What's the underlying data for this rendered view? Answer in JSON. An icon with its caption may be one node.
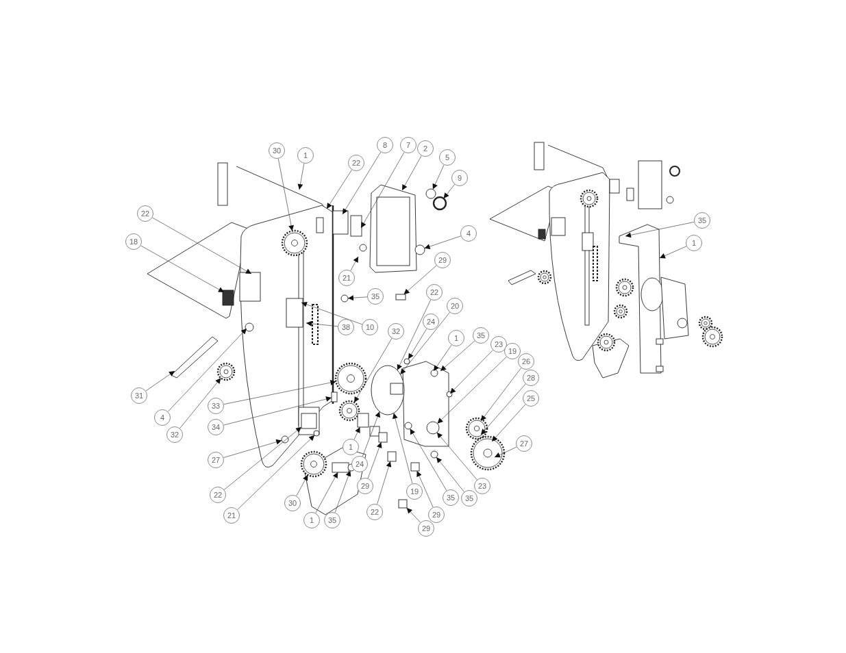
{
  "diagram": {
    "nodes": [
      {
        "text": [
          "30"
        ]
      },
      {
        "text": [
          "1"
        ]
      },
      {
        "text": [
          "22"
        ]
      },
      {
        "text": [
          "8"
        ]
      },
      {
        "text": [
          "7"
        ]
      },
      {
        "text": [
          "2"
        ]
      },
      {
        "text": [
          "5"
        ]
      },
      {
        "text": [
          "9"
        ]
      },
      {
        "text": [
          "22"
        ]
      },
      {
        "text": [
          "4"
        ]
      },
      {
        "text": [
          "18"
        ]
      },
      {
        "text": [
          "29"
        ]
      },
      {
        "text": [
          "21"
        ]
      },
      {
        "text": [
          "35"
        ]
      },
      {
        "text": [
          "10"
        ]
      },
      {
        "text": [
          "38"
        ]
      },
      {
        "text": [
          "32"
        ]
      },
      {
        "text": [
          "22"
        ]
      },
      {
        "text": [
          "20"
        ]
      },
      {
        "text": [
          "24"
        ]
      },
      {
        "text": [
          "1"
        ]
      },
      {
        "text": [
          "35"
        ]
      },
      {
        "text": [
          "23"
        ]
      },
      {
        "text": [
          "19"
        ]
      },
      {
        "text": [
          "26"
        ]
      },
      {
        "text": [
          "28"
        ]
      },
      {
        "text": [
          "25"
        ]
      },
      {
        "text": [
          "31"
        ]
      },
      {
        "text": [
          "4"
        ]
      },
      {
        "text": [
          "33"
        ]
      },
      {
        "text": [
          "34"
        ]
      },
      {
        "text": [
          "32"
        ]
      },
      {
        "text": [
          "1"
        ]
      },
      {
        "text": [
          "27"
        ]
      },
      {
        "text": [
          "27"
        ]
      },
      {
        "text": [
          "24"
        ]
      },
      {
        "text": [
          "29"
        ]
      },
      {
        "text": [
          "23"
        ]
      },
      {
        "text": [
          "19"
        ]
      },
      {
        "text": [
          "22"
        ]
      },
      {
        "text": [
          "35"
        ]
      },
      {
        "text": [
          "35"
        ]
      },
      {
        "text": [
          "30"
        ]
      },
      {
        "text": [
          "22"
        ]
      },
      {
        "text": [
          "29"
        ]
      },
      {
        "text": [
          "21"
        ]
      },
      {
        "text": [
          "1"
        ]
      },
      {
        "text": [
          "35"
        ]
      },
      {
        "text": [
          "29"
        ]
      },
      {
        "text": [
          "35"
        ]
      },
      {
        "text": [
          "1"
        ]
      },
      {
        "text": [],
        "shape": "circle"
      },
      {
        "text": [],
        "shape": "circle"
      },
      {
        "text": [],
        "shape": "box"
      },
      {
        "text": [],
        "shape": "circle"
      },
      {
        "text": [],
        "shape": "circle"
      },
      {
        "text": [],
        "shape": "cylinder"
      },
      {
        "text": [],
        "shape": "circle"
      },
      {
        "text": [],
        "shape": "circle"
      },
      {
        "text": [],
        "shape": "box"
      },
      {
        "text": [],
        "shape": "box"
      },
      {
        "text": [],
        "shape": "box"
      },
      {
        "text": [],
        "shape": "box"
      },
      {
        "text": [],
        "shape": "circle"
      },
      {
        "text": [],
        "shape": "box"
      },
      {
        "text": [],
        "shape": "circle"
      },
      {
        "text": [],
        "shape": "circle"
      },
      {
        "text": [],
        "shape": "circle"
      },
      {
        "text": [],
        "shape": "box"
      },
      {
        "text": [],
        "shape": "box"
      },
      {
        "text": [],
        "shape": "circle"
      },
      {
        "text": [],
        "shape": "circle"
      },
      {
        "text": [],
        "shape": "box"
      },
      {
        "text": [],
        "shape": "circle"
      },
      {
        "text": [],
        "shape": "circle"
      },
      {
        "text": [],
        "shape": "circle"
      },
      {
        "text": [],
        "shape": "circle"
      }
    ],
    "edges": [
      {
        "from": 0,
        "to": 76,
        "arrow": "to"
      },
      {
        "from": 1,
        "to": null,
        "arrow": "to"
      },
      {
        "from": 2,
        "to": null,
        "arrow": "to"
      },
      {
        "from": 3,
        "to": null,
        "arrow": "to"
      },
      {
        "from": 4,
        "to": null,
        "arrow": "to"
      },
      {
        "from": 5,
        "to": null,
        "arrow": "to"
      },
      {
        "from": 6,
        "to": 51,
        "arrow": "to"
      },
      {
        "from": 7,
        "to": 65,
        "arrow": "to"
      },
      {
        "from": 8,
        "to": null,
        "arrow": "to"
      },
      {
        "from": 9,
        "to": 52,
        "arrow": "to"
      },
      {
        "from": 10,
        "to": null,
        "arrow": "to"
      },
      {
        "from": 11,
        "to": 53,
        "arrow": "to"
      },
      {
        "from": 12,
        "to": null,
        "arrow": "to"
      },
      {
        "from": 13,
        "to": 54,
        "arrow": "to"
      },
      {
        "from": 14,
        "to": null,
        "arrow": "to"
      },
      {
        "from": 15,
        "to": null,
        "arrow": "to"
      },
      {
        "from": 16,
        "to": 55,
        "arrow": "to"
      },
      {
        "from": 17,
        "to": 56,
        "arrow": "to"
      },
      {
        "from": 18,
        "to": 56,
        "arrow": "to"
      },
      {
        "from": 19,
        "to": 57,
        "arrow": "to"
      },
      {
        "from": 20,
        "to": null,
        "arrow": "to"
      },
      {
        "from": 21,
        "to": null,
        "arrow": "to"
      },
      {
        "from": 22,
        "to": null,
        "arrow": "to"
      },
      {
        "from": 23,
        "to": 71,
        "arrow": "to"
      },
      {
        "from": 24,
        "to": null,
        "arrow": "to"
      },
      {
        "from": 25,
        "to": null,
        "arrow": "to"
      },
      {
        "from": 26,
        "to": null,
        "arrow": "to"
      },
      {
        "from": 27,
        "to": null,
        "arrow": "to"
      },
      {
        "from": 28,
        "to": null,
        "arrow": "to"
      },
      {
        "from": 29,
        "to": 70,
        "arrow": "to"
      },
      {
        "from": 30,
        "to": 68,
        "arrow": "to"
      },
      {
        "from": 31,
        "to": 58,
        "arrow": "to"
      },
      {
        "from": 32,
        "to": 69,
        "arrow": "to"
      },
      {
        "from": 33,
        "to": 74,
        "arrow": "to"
      },
      {
        "from": 34,
        "to": null,
        "arrow": "to"
      },
      {
        "from": 35,
        "to": 56,
        "arrow": "to"
      },
      {
        "from": 36,
        "to": 59,
        "arrow": "to"
      },
      {
        "from": 37,
        "to": 71,
        "arrow": "to"
      },
      {
        "from": 38,
        "to": 56,
        "arrow": "to"
      },
      {
        "from": 39,
        "to": 72,
        "arrow": "to"
      },
      {
        "from": 40,
        "to": 67,
        "arrow": "to"
      },
      {
        "from": 41,
        "to": 66,
        "arrow": "to"
      },
      {
        "from": 42,
        "to": 75,
        "arrow": "to"
      },
      {
        "from": 43,
        "to": 60,
        "arrow": "to"
      },
      {
        "from": 44,
        "to": 61,
        "arrow": "to"
      },
      {
        "from": 45,
        "to": 73,
        "arrow": "to"
      },
      {
        "from": 46,
        "to": 62,
        "arrow": "to"
      },
      {
        "from": 47,
        "to": 63,
        "arrow": "to"
      },
      {
        "from": 48,
        "to": 64,
        "arrow": "to"
      },
      {
        "from": 49,
        "to": null,
        "arrow": "to"
      },
      {
        "from": 50,
        "to": null,
        "arrow": "to"
      }
    ]
  }
}
